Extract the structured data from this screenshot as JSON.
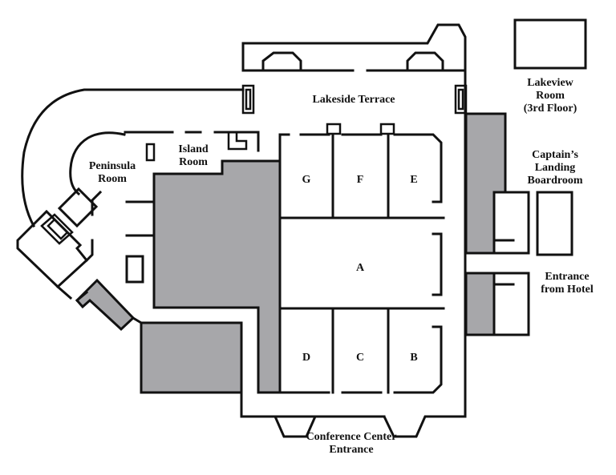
{
  "map": {
    "labels": {
      "lakeview_line1": "Lakeview",
      "lakeview_line2": "Room",
      "lakeview_line3": "(3rd Floor)",
      "lakeside_terrace": "Lakeside Terrace",
      "captains_line1": "Captain’s",
      "captains_line2": "Landing",
      "captains_line3": "Boardroom",
      "peninsula_line1": "Peninsula",
      "peninsula_line2": "Room",
      "island_line1": "Island",
      "island_line2": "Room",
      "room_g": "G",
      "room_f": "F",
      "room_e": "E",
      "room_a": "A",
      "room_d": "D",
      "room_c": "C",
      "room_b": "B",
      "hotel_line1": "Entrance",
      "hotel_line2": "from Hotel",
      "conf_line1": "Conference Center",
      "conf_line2": "Entrance"
    },
    "colors": {
      "wall": "#111111",
      "shaded_area": "#a7a7aa",
      "background": "#ffffff"
    }
  }
}
